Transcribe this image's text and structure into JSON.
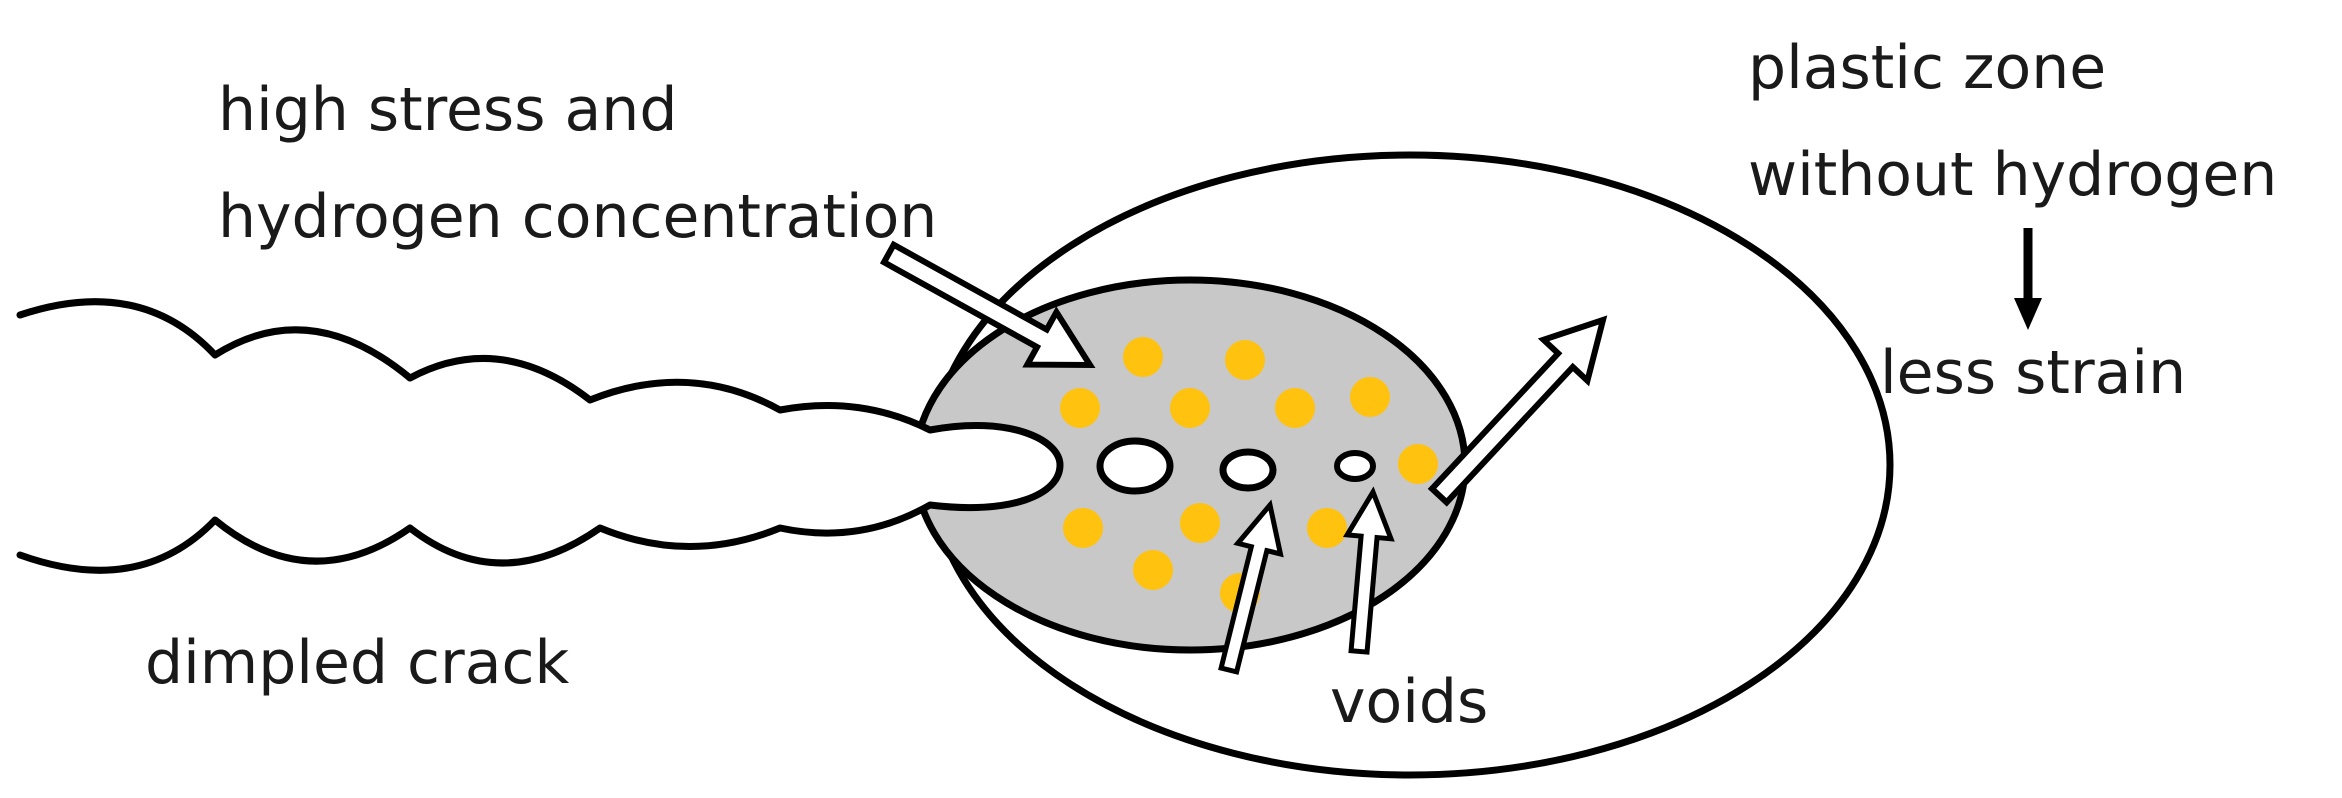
{
  "labels": {
    "high_stress_line1": "high stress and",
    "high_stress_line2": "hydrogen concentration",
    "plastic_zone_line1": "plastic zone",
    "plastic_zone_line2": "without hydrogen",
    "less_strain": "less strain",
    "dimpled_crack": "dimpled crack",
    "voids": "voids"
  },
  "colors": {
    "background": "#ffffff",
    "stroke": "#000000",
    "high_stress_zone_fill": "#c8c8c8",
    "hydrogen_atom": "#ffc20e",
    "text": "#1a1a1a"
  }
}
